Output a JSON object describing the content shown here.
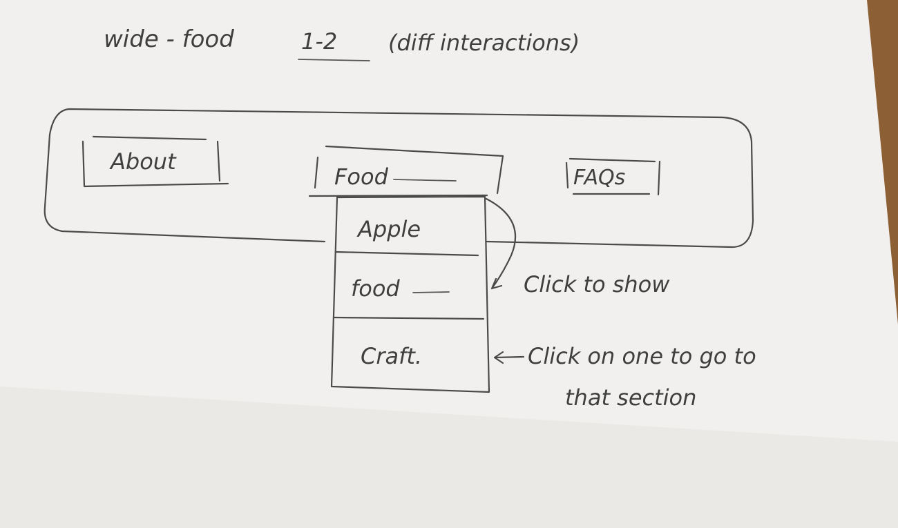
{
  "header": {
    "title": "wide - food",
    "version": "1-2",
    "note": "(diff interactions)"
  },
  "nav": {
    "items": [
      {
        "label": "About"
      },
      {
        "label": "Food"
      },
      {
        "label": "FAQs"
      }
    ]
  },
  "dropdown": {
    "items": [
      {
        "label": "Apple"
      },
      {
        "label": "food"
      },
      {
        "label": "Craft."
      }
    ]
  },
  "annotations": {
    "click_to_show": "Click to show",
    "click_on_one_line1": "Click on one to go to",
    "click_on_one_line2": "that section"
  },
  "colors": {
    "paper": "#f4f3f1",
    "ink": "#4a4a4a",
    "background": "#cfcbc4",
    "wood": "#9a6a3a"
  }
}
